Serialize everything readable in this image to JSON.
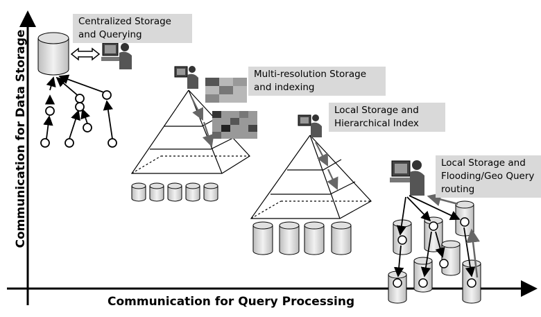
{
  "axes": {
    "x_label": "Communication for Query Processing",
    "y_label": "Communication for Data Storage"
  },
  "labels": {
    "centralized": "Centralized Storage\nand Querying",
    "multires": "Multi-resolution Storage\nand  indexing",
    "hierarchical": "Local Storage and\nHierarchical Index",
    "flooding": "Local Storage and\nFlooding/Geo Query\nrouting"
  }
}
